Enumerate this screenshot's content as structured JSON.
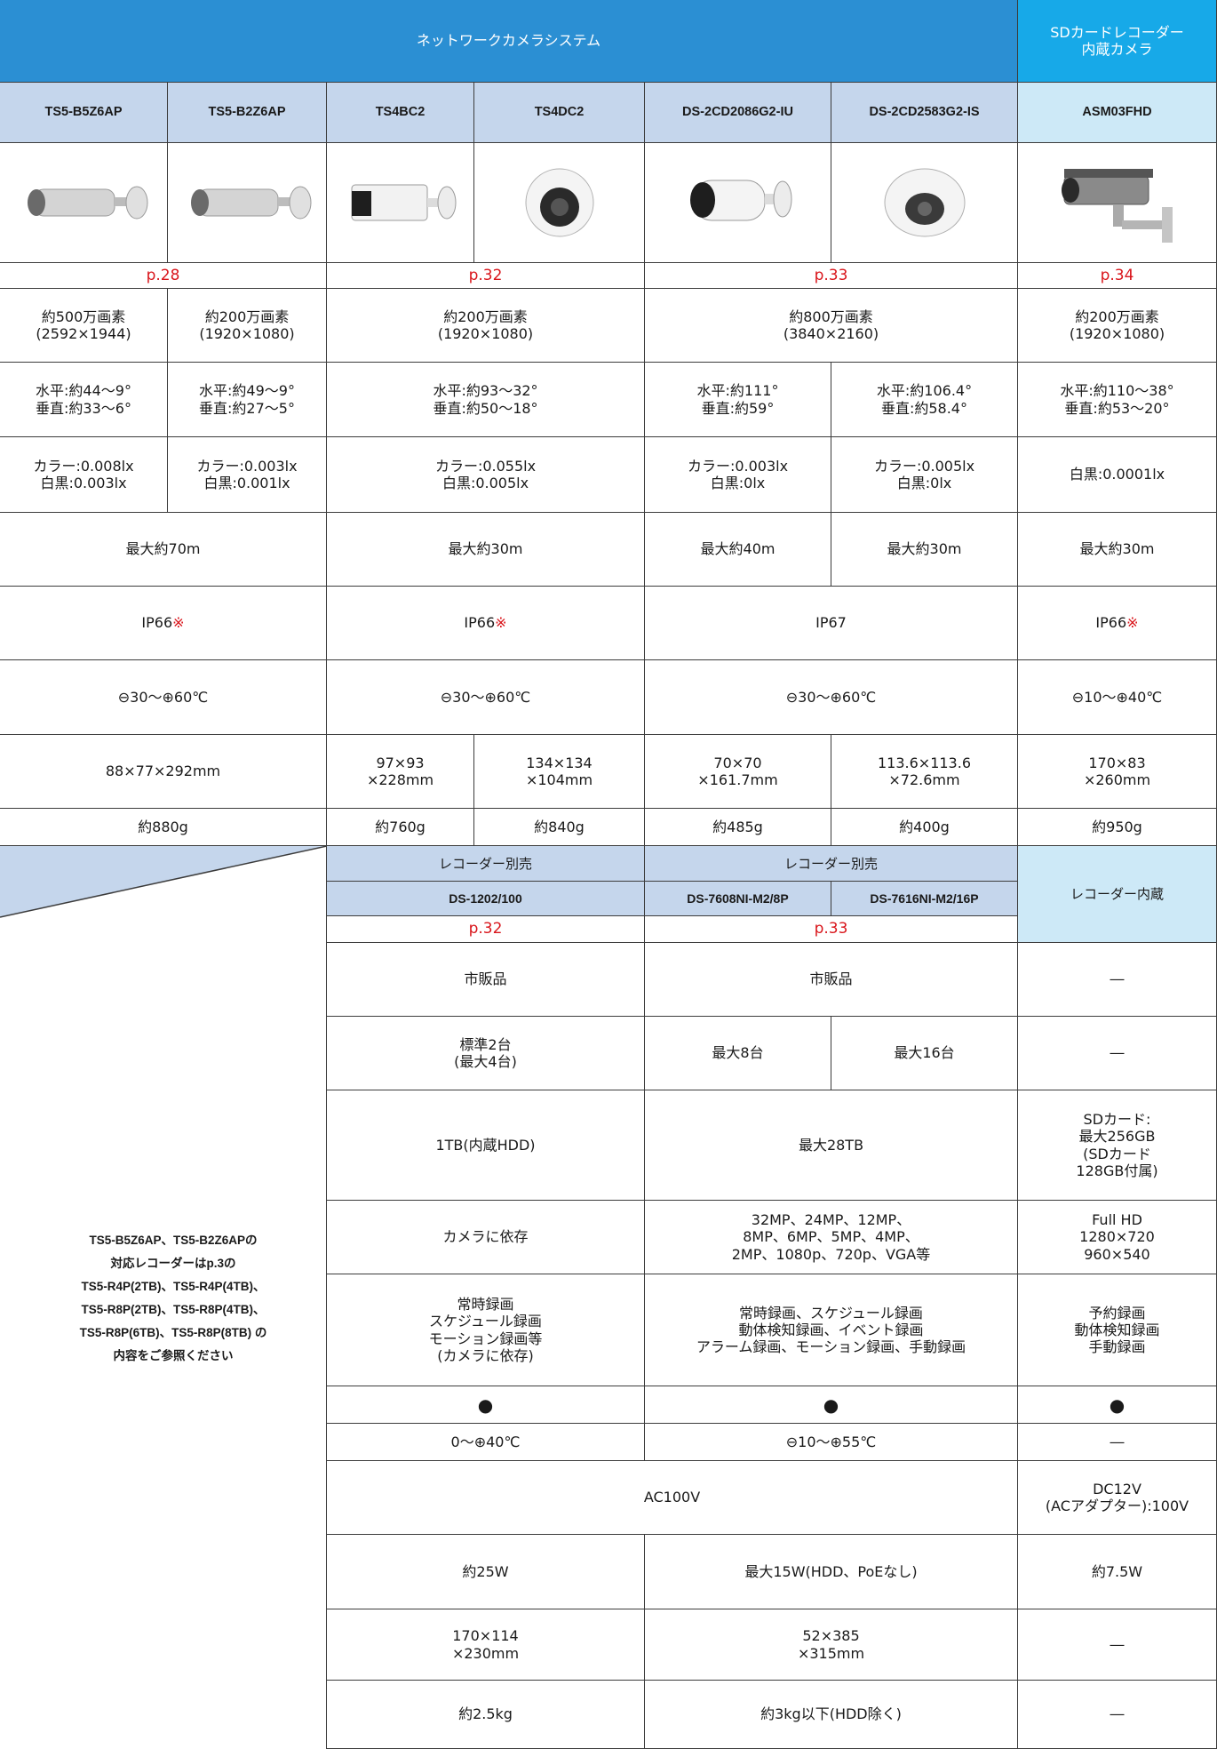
{
  "header": {
    "network_system": "ネットワークカメラシステム",
    "sd_camera": "SDカードレコーダー\n内蔵カメラ"
  },
  "models": [
    "TS5-B5Z6AP",
    "TS5-B2Z6AP",
    "TS4BC2",
    "TS4DC2",
    "DS-2CD2086G2-IU",
    "DS-2CD2583G2-IS",
    "ASM03FHD"
  ],
  "product_images": [
    "bullet-camera-image",
    "bullet-camera-image",
    "box-bullet-camera-image",
    "dome-camera-image",
    "bullet-camera-image",
    "dome-camera-image",
    "housing-camera-image"
  ],
  "camera_pages": [
    "p.28",
    "p.32",
    "p.33",
    "p.34"
  ],
  "resolution": [
    "約500万画素\n(2592×1944)",
    "約200万画素\n(1920×1080)",
    "約200万画素\n(1920×1080)",
    "約800万画素\n(3840×2160)",
    "約200万画素\n(1920×1080)"
  ],
  "angle": [
    "水平:約44～9°\n垂直:約33～6°",
    "水平:約49～9°\n垂直:約27～5°",
    "水平:約93～32°\n垂直:約50～18°",
    "水平:約111°\n垂直:約59°",
    "水平:約106.4°\n垂直:約58.4°",
    "水平:約110～38°\n垂直:約53～20°"
  ],
  "illumination": [
    "カラー:0.008lx\n白黒:0.003lx",
    "カラー:0.003lx\n白黒:0.001lx",
    "カラー:0.055lx\n白黒:0.005lx",
    "カラー:0.003lx\n白黒:0lx",
    "カラー:0.005lx\n白黒:0lx",
    "白黒:0.0001lx"
  ],
  "ir_distance": [
    "最大約70m",
    "最大約30m",
    "最大約40m",
    "最大約30m",
    "最大約30m"
  ],
  "waterproof": {
    "ip66": "IP66",
    "mark": "※",
    "ip67": "IP67"
  },
  "temperature": [
    "⊖30～⊕60℃",
    "⊖30～⊕60℃",
    "⊖30～⊕60℃",
    "⊖10～⊕40℃"
  ],
  "dimensions": [
    "88×77×292mm",
    "97×93\n×228mm",
    "134×134\n×104mm",
    "70×70\n×161.7mm",
    "113.6×113.6\n×72.6mm",
    "170×83\n×260mm"
  ],
  "weight": [
    "約880g",
    "約760g",
    "約840g",
    "約485g",
    "約400g",
    "約950g"
  ],
  "recorder": {
    "separate": "レコーダー別売",
    "builtin": "レコーダー内蔵",
    "models": [
      "DS-1202/100",
      "DS-7608NI-M2/8P",
      "DS-7616NI-M2/16P"
    ],
    "pages": [
      "p.32",
      "p.33"
    ],
    "hdd_type": [
      "市販品",
      "市販品",
      "―"
    ],
    "camera_count": [
      "標準2台\n(最大4台)",
      "最大8台",
      "最大16台",
      "―"
    ],
    "capacity": [
      "1TB(内蔵HDD)",
      "最大28TB",
      "SDカード:\n最大256GB\n(SDカード\n128GB付属)"
    ],
    "resolution": [
      "カメラに依存",
      "32MP、24MP、12MP、\n8MP、6MP、5MP、4MP、\n2MP、1080p、720p、VGA等",
      "Full HD\n1280×720\n960×540"
    ],
    "record_mode": [
      "常時録画\nスケジュール録画\nモーション録画等\n(カメラに依存)",
      "常時録画、スケジュール録画\n動体検知録画、イベント録画\nアラーム録画、モーション録画、手動録画",
      "予約録画\n動体検知録画\n手動録画"
    ],
    "dot": [
      "●",
      "●",
      "●"
    ],
    "temperature": [
      "0～⊕40℃",
      "⊖10～⊕55℃",
      "―"
    ],
    "power": [
      "AC100V",
      "DC12V\n(ACアダプター):100V"
    ],
    "consumption": [
      "約25W",
      "最大15W(HDD、PoEなし)",
      "約7.5W"
    ],
    "dimensions": [
      "170×114\n×230mm",
      "52×385\n×315mm",
      "―"
    ],
    "weight": [
      "約2.5kg",
      "約3kg以下(HDD除く)",
      "―"
    ]
  },
  "note": "TS5-B5Z6AP、TS5-B2Z6APの\n対応レコーダーはp.3の\nTS5-R4P(2TB)、TS5-R4P(4TB)、\nTS5-R8P(2TB)、TS5-R8P(4TB)、\nTS5-R8P(6TB)、TS5-R8P(8TB) の\n内容をご参照ください"
}
